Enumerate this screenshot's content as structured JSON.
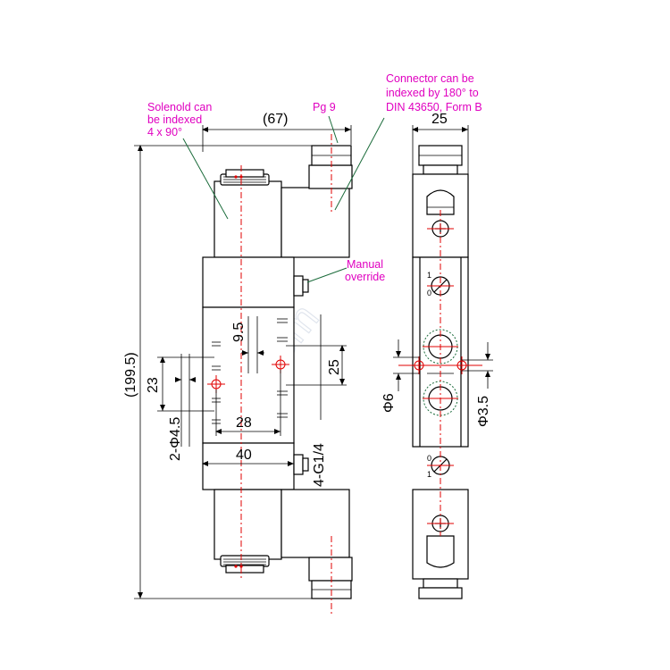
{
  "dimensions": {
    "width_67": "(67)",
    "width_25": "25",
    "height_199_5": "(199.5)",
    "pitch_9_5": "9.5",
    "pitch_25": "25",
    "pitch_23": "23",
    "pitch_28": "28",
    "width_40": "40",
    "mount_holes": "2-Φ4.5",
    "port_thread": "4-G1/4",
    "dia_6": "Φ6",
    "dia_3_5": "Φ3.5"
  },
  "notes": {
    "solenoid_line1": "Solenold can",
    "solenoid_line2": "be indexed",
    "solenoid_line3": "4 x 90°",
    "pg9": "Pg 9",
    "connector_line1": "Connector can be",
    "connector_line2": "indexed by 180° to",
    "connector_line3": "DIN 43650, Form B",
    "manual_line1": "Manual",
    "manual_line2": "override"
  },
  "override_marks": {
    "upper_1": "1",
    "upper_0": "0",
    "lower_0": "0",
    "lower_1": "1"
  },
  "watermark": "wiji.com",
  "colors": {
    "callout": "#e000c0",
    "centerline": "#e00000",
    "port_ring": "#1a6b3a",
    "outline": "#000000",
    "watermark": "#c8d0e0"
  }
}
